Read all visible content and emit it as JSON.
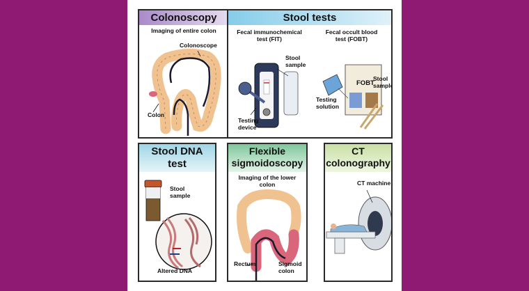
{
  "colonoscopy": {
    "title": "Colonoscopy",
    "caption": "Imaging of entire colon",
    "scope_label": "Colonoscope",
    "colon_label": "Colon"
  },
  "stool_tests": {
    "title": "Stool tests",
    "fit_title_line1": "Fecal immunochemical",
    "fit_title_line2": "test (FIT)",
    "fobt_title_line1": "Fecal occult blood",
    "fobt_title_line2": "test (FOBT)",
    "fit_sample_line1": "Stool",
    "fit_sample_line2": "sample",
    "fit_device_line1": "Testing",
    "fit_device_line2": "device",
    "fobt_card": "FOBT",
    "fobt_sample_line1": "Stool",
    "fobt_sample_line2": "sample",
    "fobt_solution_line1": "Testing",
    "fobt_solution_line2": "solution"
  },
  "stool_dna": {
    "title_line1": "Stool DNA",
    "title_line2": "test",
    "sample_line1": "Stool",
    "sample_line2": "sample",
    "dna_label": "Altered DNA"
  },
  "sigmoidoscopy": {
    "title_line1": "Flexible",
    "title_line2": "sigmoidoscopy",
    "caption_line1": "Imaging of the lower",
    "caption_line2": "colon",
    "rectum_label": "Rectum",
    "sigmoid_line1": "Sigmoid",
    "sigmoid_line2": "colon"
  },
  "ct": {
    "title_line1": "CT",
    "title_line2": "colonography",
    "machine_label": "CT machine"
  },
  "colors": {
    "background": "#8e1a73",
    "colon": "#f0c28f",
    "colon_lower": "#d9667a",
    "scope": "#1a1a2e"
  }
}
